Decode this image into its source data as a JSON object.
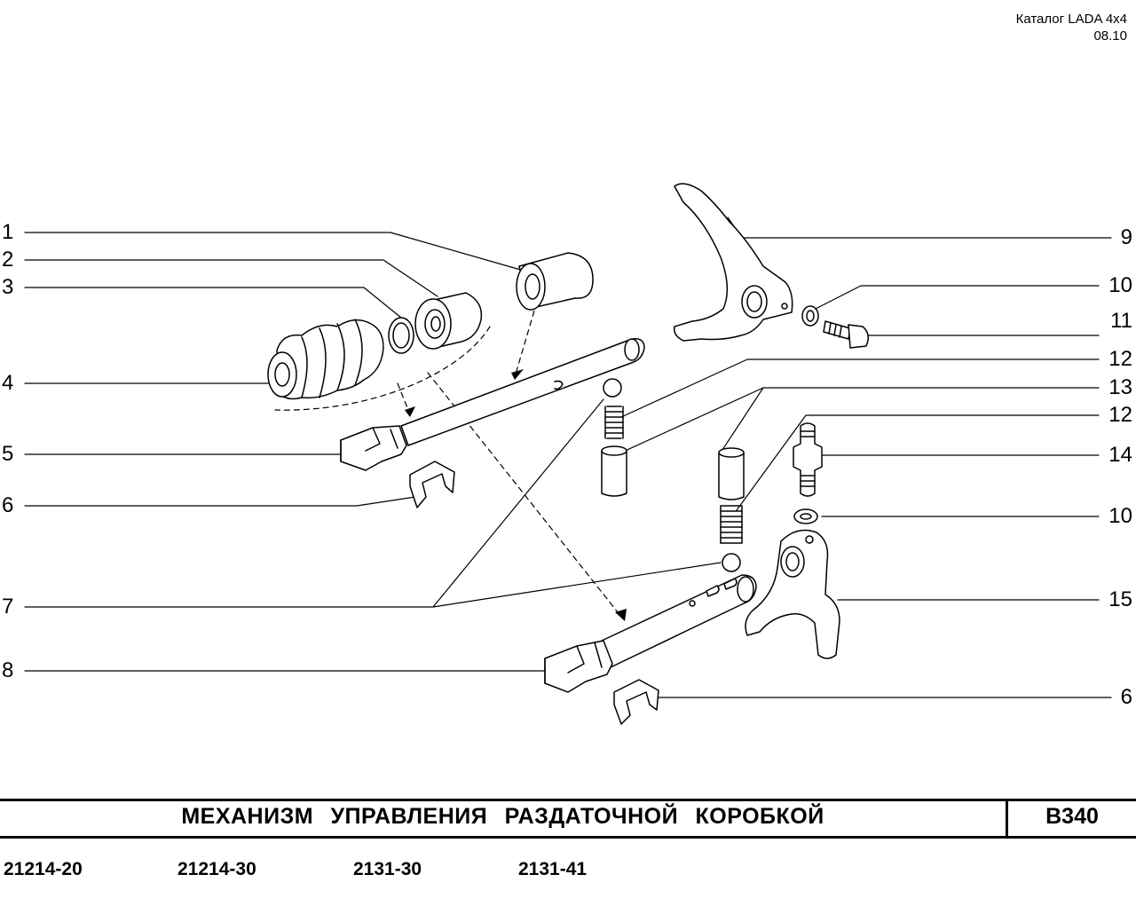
{
  "header": {
    "catalog": "Каталог  LADA  4x4",
    "date": "08.10"
  },
  "callouts": {
    "left": [
      "1",
      "2",
      "3",
      "4",
      "5",
      "6",
      "7",
      "8"
    ],
    "right": [
      "9",
      "10",
      "11",
      "12",
      "13",
      "12",
      "14",
      "10",
      "15",
      "6"
    ]
  },
  "footer": {
    "title": "МЕХАНИЗМ  УПРАВЛЕНИЯ  РАЗДАТОЧНОЙ  КОРОБКОЙ",
    "code": "B340",
    "models": [
      "21214-20",
      "21214-30",
      "2131-30",
      "2131-41"
    ]
  }
}
